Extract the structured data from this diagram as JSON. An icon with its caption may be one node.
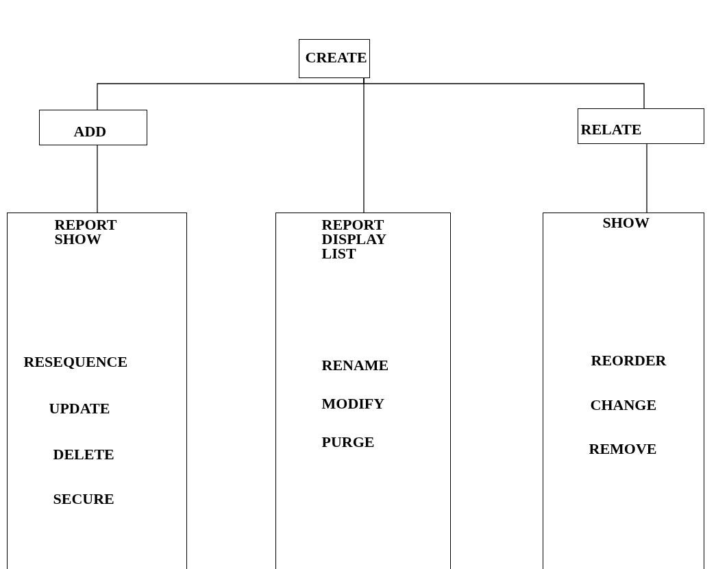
{
  "diagram": {
    "nodes": [
      {
        "text": [
          "CREATE"
        ]
      },
      {
        "text": [
          "ADD"
        ]
      },
      {
        "text": [
          "RELATE"
        ]
      },
      {
        "text": [
          "REPORT",
          "SHOW",
          "RESEQUENCE",
          "UPDATE",
          "DELETE",
          "SECURE"
        ]
      },
      {
        "text": [
          "REPORT",
          "DISPLAY",
          "LIST",
          "RENAME",
          "MODIFY",
          "PURGE"
        ]
      },
      {
        "text": [
          "SHOW",
          "REORDER",
          "CHANGE",
          "REMOVE"
        ]
      }
    ],
    "edges": [
      {
        "from": 0,
        "to": 1,
        "arrow": "none"
      },
      {
        "from": 0,
        "to": 4,
        "arrow": "none"
      },
      {
        "from": 0,
        "to": 2,
        "arrow": "none"
      },
      {
        "from": 1,
        "to": 3,
        "arrow": "none"
      },
      {
        "from": 2,
        "to": 5,
        "arrow": "none"
      }
    ]
  }
}
